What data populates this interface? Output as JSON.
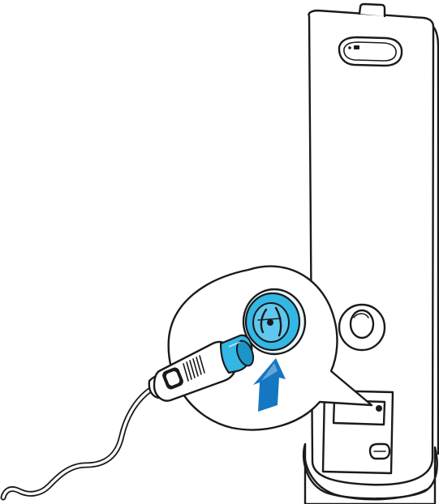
{
  "illustration": {
    "subject": "speaker-power-connection",
    "colors": {
      "line": "#1a1a1a",
      "fill": "#ffffff",
      "accent_cyan": "#33b8e6",
      "accent_cyan_dark": "#1b95c7",
      "arrow_blue": "#1577c2"
    },
    "icons": [
      "speaker-tower",
      "power-socket",
      "power-plug",
      "power-cable",
      "insert-arrow",
      "magnifier-callout"
    ]
  }
}
